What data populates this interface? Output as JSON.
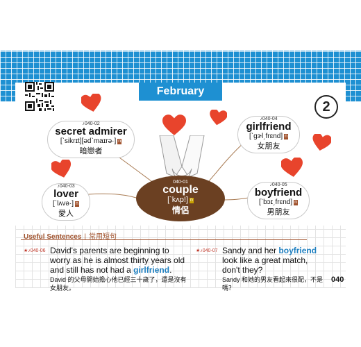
{
  "month_tab": "February",
  "unit_number": "2",
  "center_word": {
    "code": "040-01",
    "word": "couple",
    "ipa": "[ˋkʌp!]",
    "pos": "n",
    "zh": "情侶"
  },
  "words": [
    {
      "code": "040-02",
      "word": "secret admirer",
      "ipa": "[ˋsikrɪt][əd`maɪrə·]",
      "pos": "n",
      "zh": "暗戀者"
    },
    {
      "code": "040-03",
      "word": "lover",
      "ipa": "[ˋlʌvə·]",
      "pos": "n",
      "zh": "愛人"
    },
    {
      "code": "040-04",
      "word": "girlfriend",
      "ipa": "[ˋgɝl͵frɛnd]",
      "pos": "n",
      "zh": "女朋友"
    },
    {
      "code": "040-05",
      "word": "boyfriend",
      "ipa": "[ˋbɔɪ͵frɛnd]",
      "pos": "n",
      "zh": "男朋友"
    }
  ],
  "useful": {
    "title": "Useful Sentences",
    "title_zh": "常用短句",
    "sep": "|"
  },
  "sentences": [
    {
      "code": "★♪040-06",
      "en_before": "David's parents are beginning to worry as he is almost thirty years old and still has not had a ",
      "en_highlight": "girlfriend",
      "en_after": ".",
      "zh": "David 的父母開始擔心他已經三十歲了，還是沒有女朋友。"
    },
    {
      "code": "★♪040-07",
      "en_before": "Sandy and her ",
      "en_highlight": "boyfriend",
      "en_after": " look like a great match, don't they?",
      "zh": "Sandy 和她的男友看起來很配，不是嗎？"
    }
  ],
  "page_number": "040",
  "colors": {
    "grid_blue": "#1e90d2",
    "heart_red": "#e8442c",
    "center_brown": "#6b4022",
    "highlight_blue": "#1e7fc0",
    "accent_brown": "#a0522d"
  },
  "icons": {
    "qr": "qr-code-icon",
    "heart": "heart-icon",
    "hands": "holding-hands-icon"
  }
}
